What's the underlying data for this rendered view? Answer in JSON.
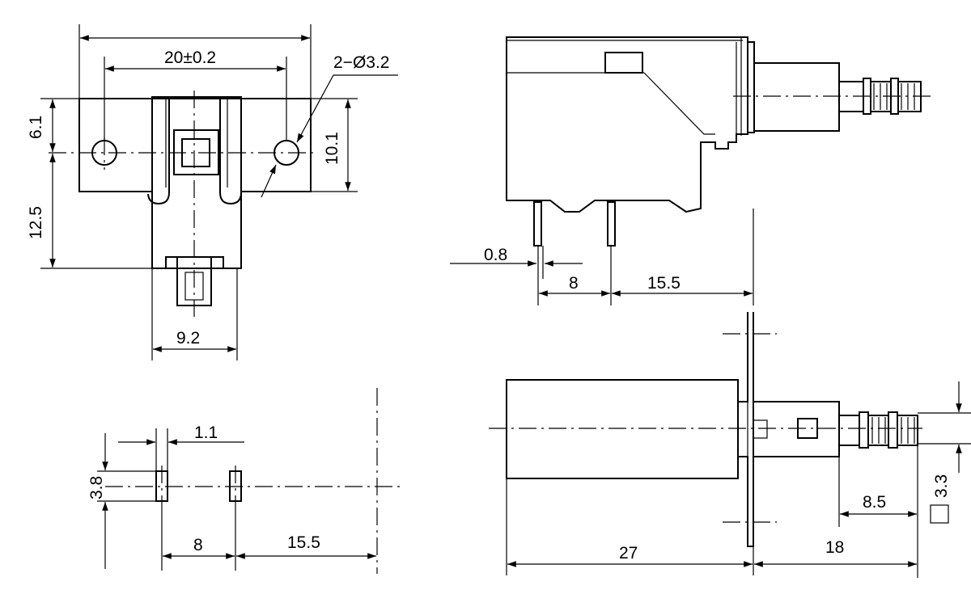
{
  "labels": {
    "mount_spacing": "20±0.2",
    "hole_callout": "2−Ø3.2",
    "top_to_hole": "6.1",
    "bracket_height": "10.1",
    "hole_to_bottom": "12.5",
    "base_width": "9.2",
    "pin_width": "1.1",
    "pin_height": "3.8",
    "pin_spacing": "8",
    "pin_to_edge": "15.5",
    "pin_thickness": "0.8",
    "side_pin_spacing": "8",
    "side_pin_to_edge": "15.5",
    "plunger_travel": "8.5",
    "body_length": "27",
    "plunger_length": "18",
    "plunger_square": "3.3"
  }
}
